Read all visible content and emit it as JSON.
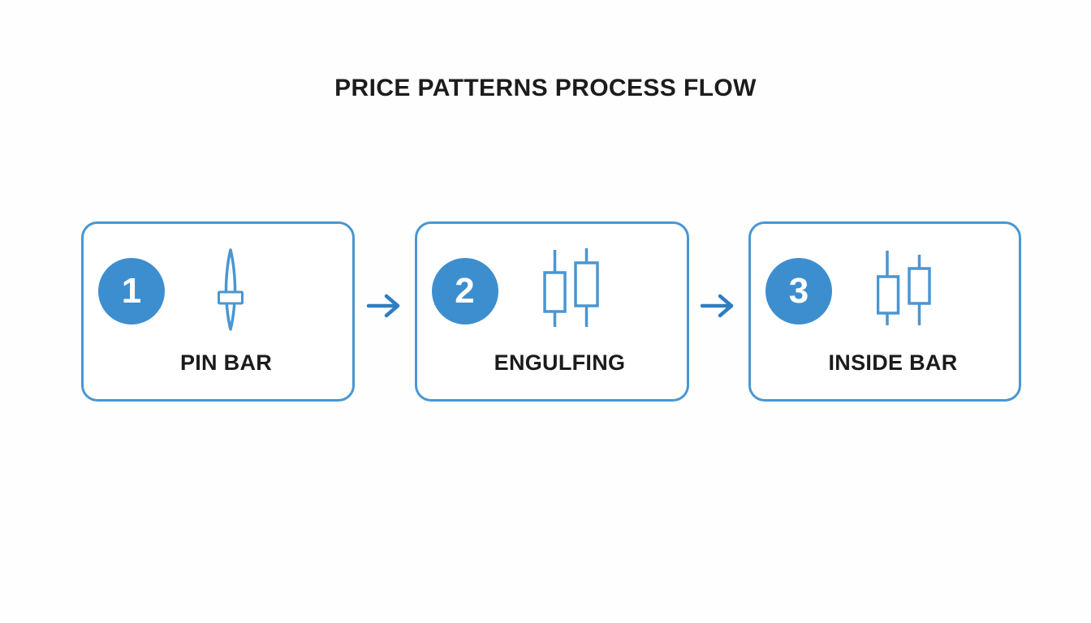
{
  "page": {
    "title": "PRICE PATTERNS PROCESS FLOW"
  },
  "colors": {
    "box_border_blue": "#4a96d2",
    "circle_blue": "#3d8ecf",
    "arrow_blue": "#2f7dc2",
    "candle_stroke_blue": "#4a96d2",
    "text_dark": "#1c1c1c",
    "background": "#ffffff"
  },
  "flow": {
    "connector": "right-arrow",
    "steps": [
      {
        "number": "1",
        "label": "PIN BAR",
        "icon": "pin-bar-candlestick-icon"
      },
      {
        "number": "2",
        "label": "ENGULFING",
        "icon": "engulfing-candlesticks-icon"
      },
      {
        "number": "3",
        "label": "INSIDE BAR",
        "icon": "inside-bar-candlesticks-icon"
      }
    ]
  }
}
